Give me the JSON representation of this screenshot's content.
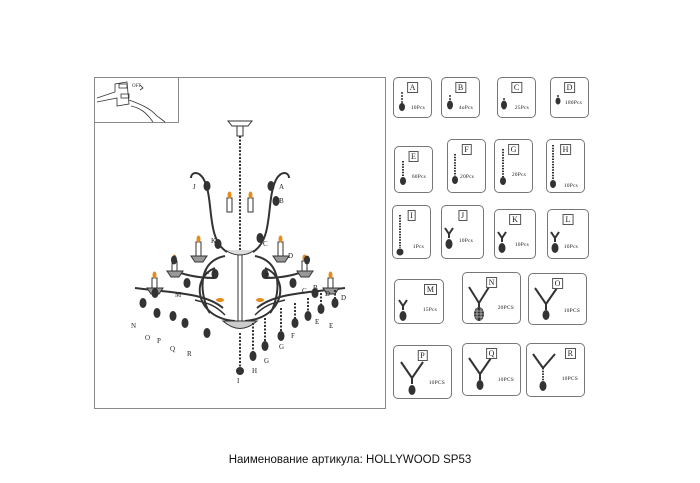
{
  "diagram": {
    "type": "chandelier-assembly-parts-diagram",
    "inset": {
      "switch_label": "OFF"
    },
    "drawing_labels": [
      "J",
      "A",
      "B",
      "K",
      "C",
      "L",
      "D",
      "M",
      "B",
      "D",
      "N",
      "O",
      "P",
      "Q",
      "R",
      "B",
      "C",
      "D",
      "E",
      "E",
      "F",
      "G",
      "G",
      "H",
      "I"
    ],
    "parts": [
      {
        "letter": "A",
        "qty": "10Pcs"
      },
      {
        "letter": "B",
        "qty": "4oPcs"
      },
      {
        "letter": "C",
        "qty": "25Pcs"
      },
      {
        "letter": "D",
        "qty": "180Pcs"
      },
      {
        "letter": "E",
        "qty": "60Pcs"
      },
      {
        "letter": "F",
        "qty": "20Pcs"
      },
      {
        "letter": "G",
        "qty": "20Pcs"
      },
      {
        "letter": "H",
        "qty": "10Pcs"
      },
      {
        "letter": "I",
        "qty": "1Pcs"
      },
      {
        "letter": "J",
        "qty": "10Pcs"
      },
      {
        "letter": "K",
        "qty": "10Pcs"
      },
      {
        "letter": "L",
        "qty": "10Pcs"
      },
      {
        "letter": "M",
        "qty": "15Pcs"
      },
      {
        "letter": "N",
        "qty": "20PCS"
      },
      {
        "letter": "O",
        "qty": "10PCS"
      },
      {
        "letter": "P",
        "qty": "10PCS"
      },
      {
        "letter": "Q",
        "qty": "10PCS"
      },
      {
        "letter": "R",
        "qty": "10PCS"
      }
    ]
  },
  "caption": "Наименование артикула: HOLLYWOOD SP53",
  "colors": {
    "line": "#333333",
    "frame": "#8a8a8a",
    "flame": "#e88a1a"
  }
}
